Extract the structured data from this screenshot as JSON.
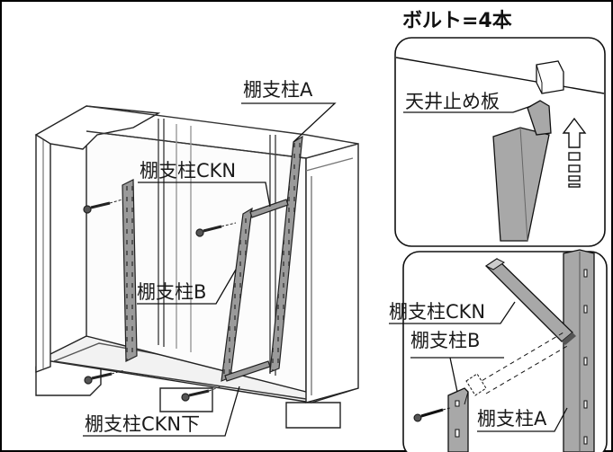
{
  "labels": {
    "shelf_post_a": "棚支柱A",
    "shelf_post_ckn": "棚支柱CKN",
    "shelf_post_b": "棚支柱B",
    "shelf_post_ckn_lower": "棚支柱CKN下",
    "bolt_count": "ボルト=4本",
    "ceiling_stop_plate": "天井止め板",
    "detail_ckn": "棚支柱CKN",
    "detail_b": "棚支柱B",
    "detail_a": "棚支柱A"
  }
}
